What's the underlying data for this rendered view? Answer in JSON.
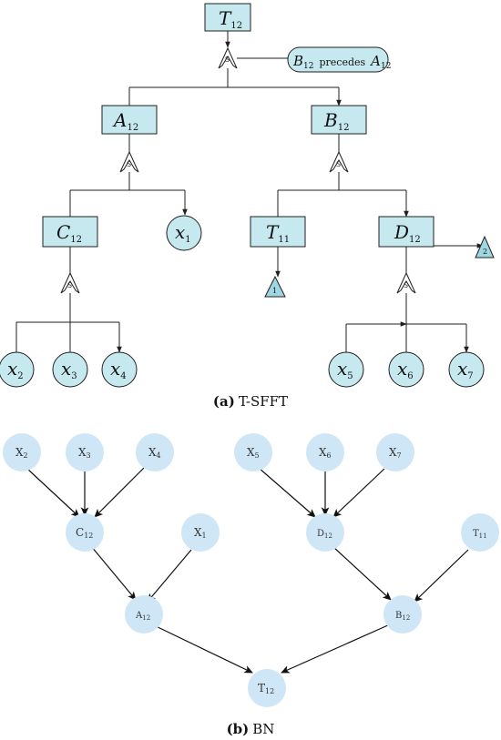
{
  "sfft": {
    "caption_letter": "(a)",
    "caption_text": "T-SFFT",
    "gate_label": "S",
    "condition": {
      "b": "B",
      "b_sub": "12",
      "word": "precedes",
      "a": "A",
      "a_sub": "12"
    },
    "events": {
      "t12": {
        "main": "T",
        "sub": "12"
      },
      "a12": {
        "main": "A",
        "sub": "12"
      },
      "b12": {
        "main": "B",
        "sub": "12"
      },
      "c12": {
        "main": "C",
        "sub": "12"
      },
      "t11": {
        "main": "T",
        "sub": "11"
      },
      "d12": {
        "main": "D",
        "sub": "12"
      }
    },
    "basics": {
      "x1": {
        "main": "x",
        "sub": "1"
      },
      "x2": {
        "main": "x",
        "sub": "2"
      },
      "x3": {
        "main": "x",
        "sub": "3"
      },
      "x4": {
        "main": "x",
        "sub": "4"
      },
      "x5": {
        "main": "x",
        "sub": "5"
      },
      "x6": {
        "main": "x",
        "sub": "6"
      },
      "x7": {
        "main": "x",
        "sub": "7"
      }
    },
    "transfers": {
      "t1": "1",
      "t2": "2"
    }
  },
  "bn": {
    "caption_letter": "(b)",
    "caption_text": "BN",
    "nodes": {
      "x2": {
        "main": "X",
        "sub": "2"
      },
      "x3": {
        "main": "X",
        "sub": "3"
      },
      "x4": {
        "main": "X",
        "sub": "4"
      },
      "x5": {
        "main": "X",
        "sub": "5"
      },
      "x6": {
        "main": "X",
        "sub": "6"
      },
      "x7": {
        "main": "X",
        "sub": "7"
      },
      "c12": {
        "main": "C",
        "sub": "12"
      },
      "x1": {
        "main": "X",
        "sub": "1"
      },
      "d12": {
        "main": "D",
        "sub": "12"
      },
      "t11": {
        "main": "T",
        "sub": "11"
      },
      "a12": {
        "main": "A",
        "sub": "12"
      },
      "b12": {
        "main": "B",
        "sub": "12"
      },
      "t12": {
        "main": "T",
        "sub": "12"
      }
    }
  }
}
